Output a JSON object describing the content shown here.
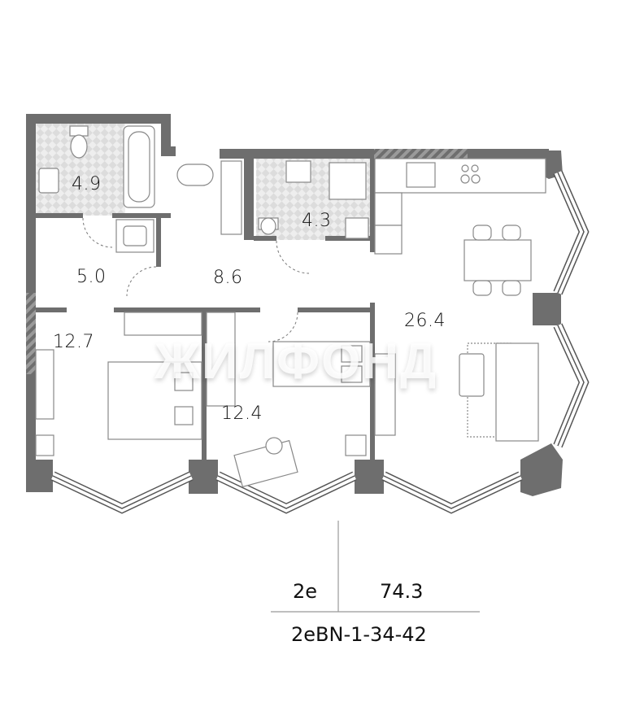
{
  "rooms": [
    {
      "id": "bathroom-1",
      "area": "4.9"
    },
    {
      "id": "bathroom-2",
      "area": "4.3"
    },
    {
      "id": "storage",
      "area": "5.0"
    },
    {
      "id": "hallway",
      "area": "8.6"
    },
    {
      "id": "bedroom-1",
      "area": "12.7"
    },
    {
      "id": "bedroom-2",
      "area": "12.4"
    },
    {
      "id": "living-kitchen",
      "area": "26.4"
    }
  ],
  "watermark": "ЖИЛФОНД",
  "info": {
    "rooms_type": "2e",
    "total_area": "74.3",
    "plan_code": "2eBN-1-34-42"
  },
  "colors": {
    "wall": "#6e6e6e",
    "tile": "#e6e6e6",
    "line": "#888888"
  }
}
